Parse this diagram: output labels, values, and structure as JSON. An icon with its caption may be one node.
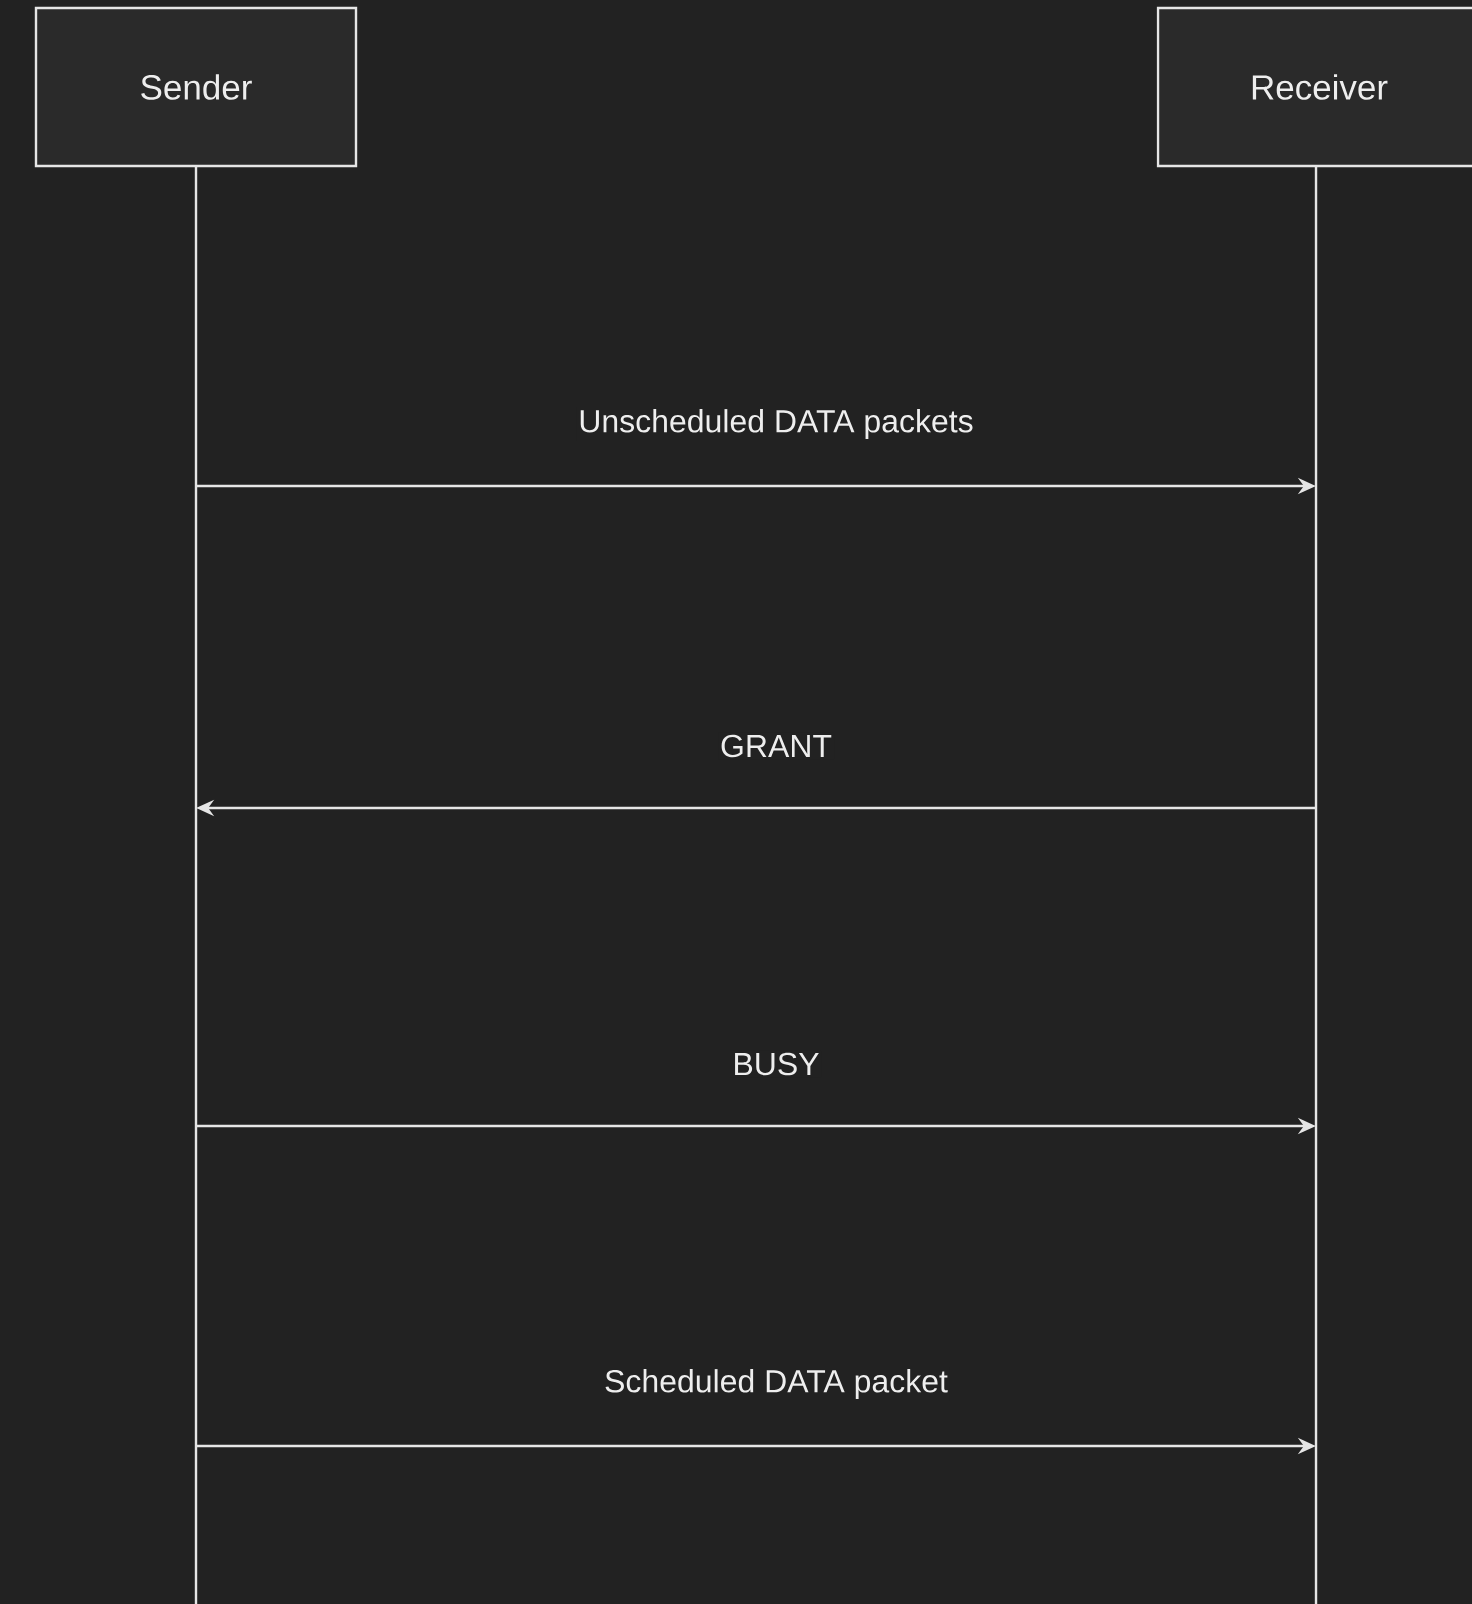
{
  "diagram": {
    "nodes": [
      {
        "text": [
          "Sender"
        ]
      },
      {
        "text": [
          "Receiver"
        ]
      }
    ],
    "edges": [
      {
        "from": 0,
        "to": 1,
        "arrow": "to",
        "label": "Unscheduled DATA packets"
      },
      {
        "from": 1,
        "to": 0,
        "arrow": "to",
        "label": "GRANT"
      },
      {
        "from": 0,
        "to": 1,
        "arrow": "to",
        "label": "BUSY"
      },
      {
        "from": 0,
        "to": 1,
        "arrow": "to",
        "label": "Scheduled DATA packet"
      }
    ]
  }
}
